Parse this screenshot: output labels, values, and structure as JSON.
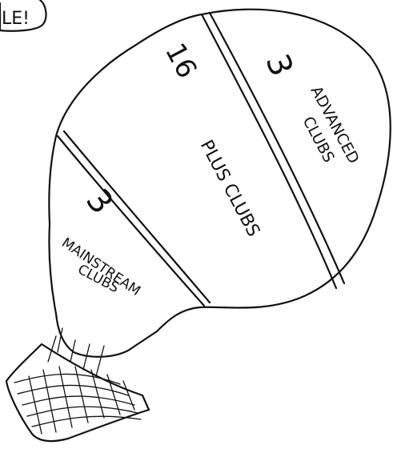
{
  "speech_bubble": {
    "text": "LE!"
  },
  "balloon": {
    "sections": [
      {
        "id": "advanced",
        "count": "3",
        "label_line1": "ADVANCED",
        "label_line2": "CLUBS"
      },
      {
        "id": "plus",
        "count": "16",
        "label_line1": "PLUS CLUBS",
        "label_line2": ""
      },
      {
        "id": "mainstream",
        "count": "3",
        "label_line1": "MAINSTREAM",
        "label_line2": "CLUBS"
      }
    ]
  },
  "icons": {
    "basket": "basket-icon",
    "balloon": "hot-air-balloon-icon"
  }
}
